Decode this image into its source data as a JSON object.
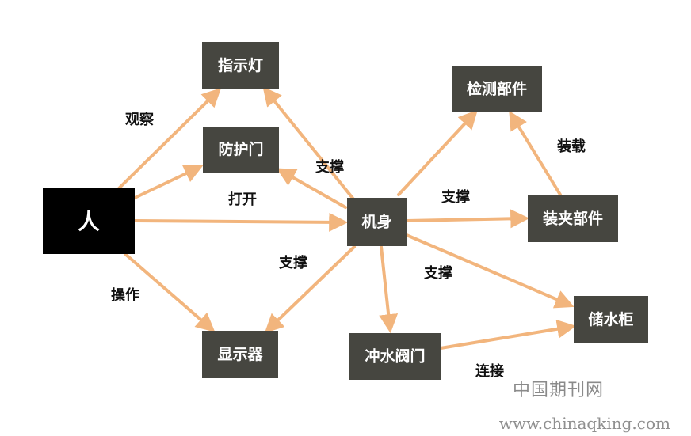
{
  "colors": {
    "node_fill": "#464640",
    "person_fill": "#000000",
    "node_text": "#ffffff",
    "edge": "#f2b57d",
    "label_text": "#111111",
    "watermark": "#8a8a8a"
  },
  "nodes": {
    "person": "人",
    "indicator": "指示灯",
    "door": "防护门",
    "display": "显示器",
    "body": "机身",
    "detector": "检测部件",
    "clamp": "装夹部件",
    "tank": "储水柜",
    "valve": "冲水阀门"
  },
  "edge_labels": {
    "observe": "观察",
    "open": "打开",
    "operate": "操作",
    "support_upper": "支撑",
    "support_lower": "支撑",
    "support_right": "支撑",
    "support_tank": "支撑",
    "mount": "装载",
    "connect": "连接"
  },
  "watermark": {
    "name": "中国期刊网",
    "url": "www.chinaqking.com"
  }
}
